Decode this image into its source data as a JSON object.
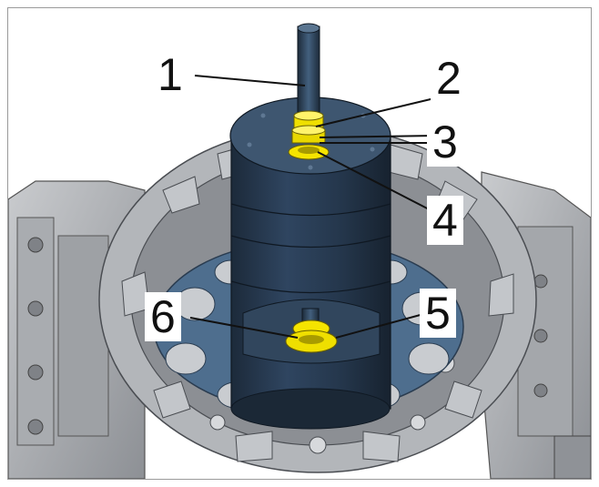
{
  "figure": {
    "callouts": [
      {
        "id": "1",
        "label": "1"
      },
      {
        "id": "2",
        "label": "2"
      },
      {
        "id": "3",
        "label": "3"
      },
      {
        "id": "4",
        "label": "4"
      },
      {
        "id": "5",
        "label": "5"
      },
      {
        "id": "6",
        "label": "6"
      }
    ],
    "colors": {
      "housing": "#b4b7bb",
      "housing_dark": "#6f7378",
      "plate": "#4f6f8f",
      "tool_body": "#2b3d52",
      "tool_top": "#3f5670",
      "nut": "#f0e000",
      "leader": "#111111"
    }
  }
}
